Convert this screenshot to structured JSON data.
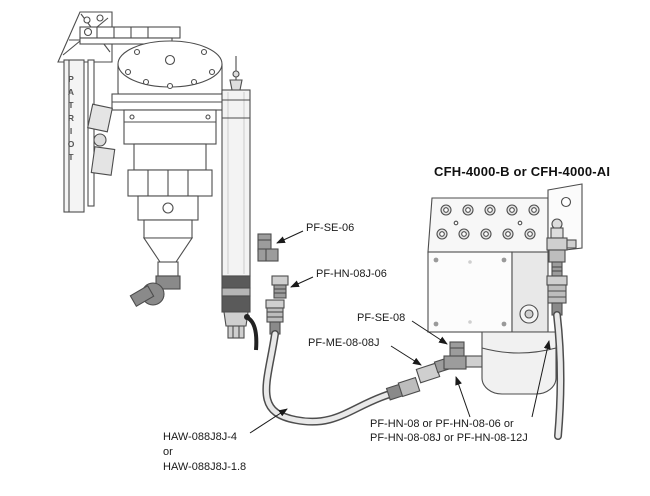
{
  "page": {
    "background": "#ffffff"
  },
  "diagram": {
    "title": "CFH-4000-B or CFH-4000-AI",
    "brand_text": "PATRIOT",
    "part_labels": {
      "pf_se_06": "PF-SE-06",
      "pf_hn_08j_06": "PF-HN-08J-06",
      "pf_se_08": "PF-SE-08",
      "pf_me_08_08j": "PF-ME-08-08J",
      "haw_hose": {
        "line1": "HAW-088J8J-4",
        "line2": "or",
        "line3": "HAW-088J8J-1.8"
      },
      "pf_hn_options": {
        "line1": "PF-HN-08 or PF-HN-08-06 or",
        "line2": "PF-HN-08-08J or PF-HN-08-12J"
      }
    },
    "colors": {
      "line": "#4d4d4d",
      "dark_fill": "#5a5a5a",
      "mid_fill": "#9c9c9c",
      "light_fill": "#efefef",
      "text": "#1a1a1a"
    }
  }
}
